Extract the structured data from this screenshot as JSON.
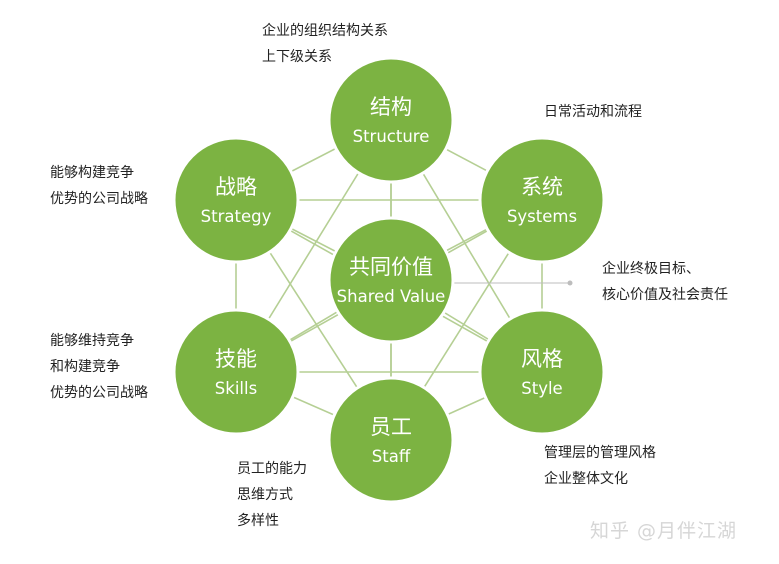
{
  "colors": {
    "node_fill": "#7cb342",
    "node_stroke": "#ffffff",
    "connector": "#b5cf94",
    "pointer": "#bdbdbd"
  },
  "nodes": {
    "structure": {
      "zh": "结构",
      "en": "Structure"
    },
    "systems": {
      "zh": "系统",
      "en": "Systems"
    },
    "style": {
      "zh": "风格",
      "en": "Style"
    },
    "staff": {
      "zh": "员工",
      "en": "Staff"
    },
    "skills": {
      "zh": "技能",
      "en": "Skills"
    },
    "strategy": {
      "zh": "战略",
      "en": "Strategy"
    },
    "shared_value": {
      "zh": "共同价值",
      "en": "Shared Value"
    }
  },
  "annotations": {
    "structure": [
      "企业的组织结构关系",
      "上下级关系"
    ],
    "systems": [
      "日常活动和流程"
    ],
    "shared_value": [
      "企业终极目标、",
      "核心价值及社会责任"
    ],
    "strategy": [
      "能够构建竞争",
      "优势的公司战略"
    ],
    "skills": [
      "能够维持竞争",
      "和构建竞争",
      "优势的公司战略"
    ],
    "staff": [
      "员工的能力",
      "思维方式",
      "多样性"
    ],
    "style": [
      "管理层的管理风格",
      "企业整体文化"
    ]
  },
  "watermark": "知乎 @月伴江湖"
}
